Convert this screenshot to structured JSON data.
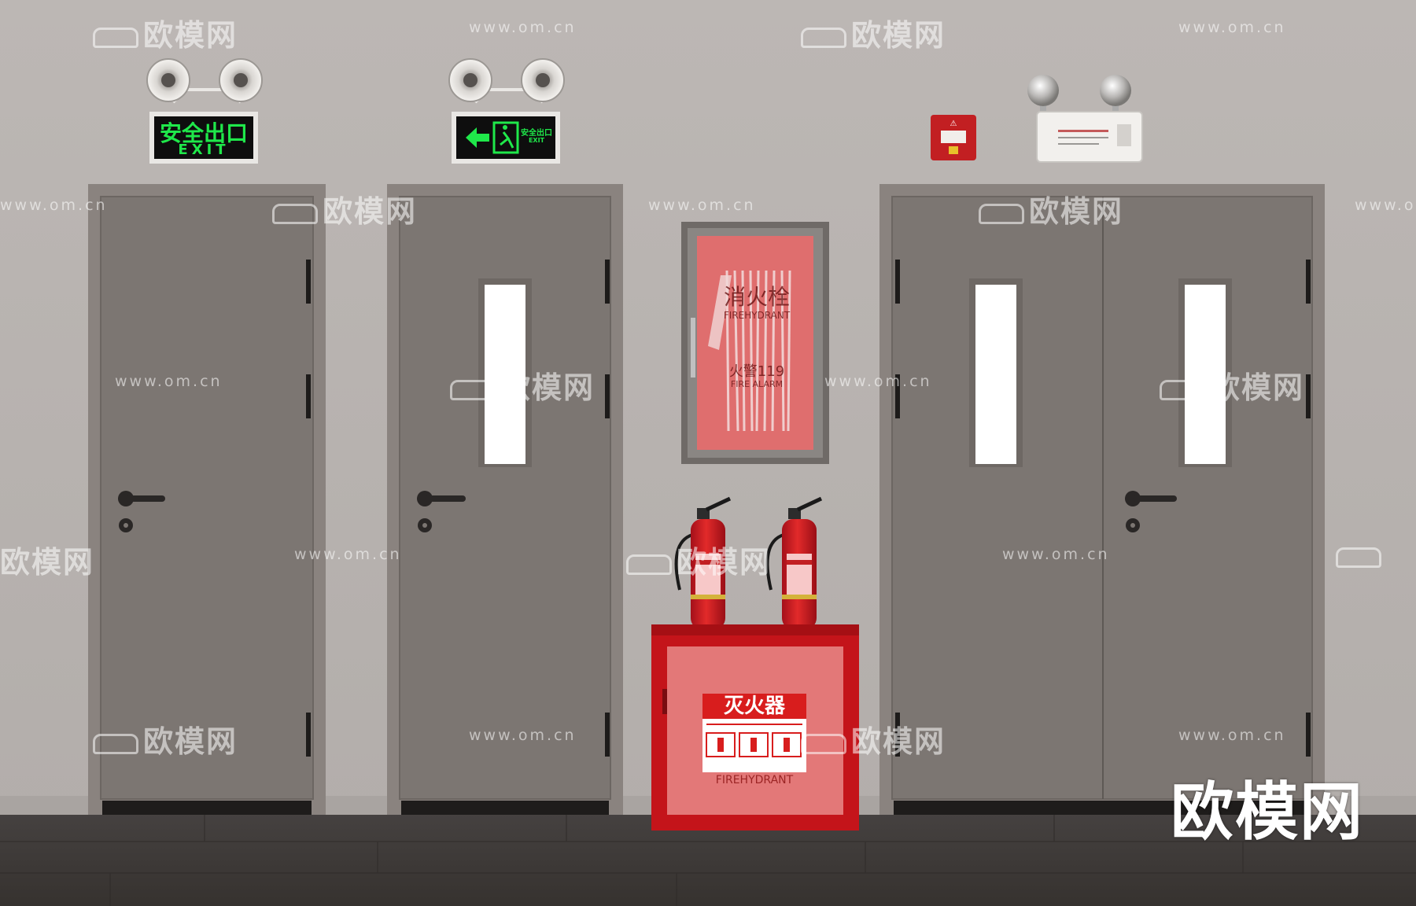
{
  "scene": {
    "description_free": true,
    "colors": {
      "wall": "#b9b4b1",
      "floor": "#3e3a37",
      "door": "#7e7874",
      "door_frame": "#8d8682",
      "exit_green": "#1fe84a",
      "fire_red": "#d81d1d"
    }
  },
  "exit_sign_1": {
    "cn": "安全出口",
    "en": "EXIT"
  },
  "exit_sign_2": {
    "cn": "安全出口",
    "en": "EXIT"
  },
  "hydrant_cabinet": {
    "cn": "消火栓",
    "en": "FIREHYDRANT",
    "alarm_cn": "火警119",
    "alarm_en": "FIRE ALARM"
  },
  "extinguisher_box": {
    "title": "灭火器",
    "en": "FIREHYDRANT"
  },
  "watermarks": {
    "brand_cn": "欧模网",
    "url": "www.om.cn"
  }
}
